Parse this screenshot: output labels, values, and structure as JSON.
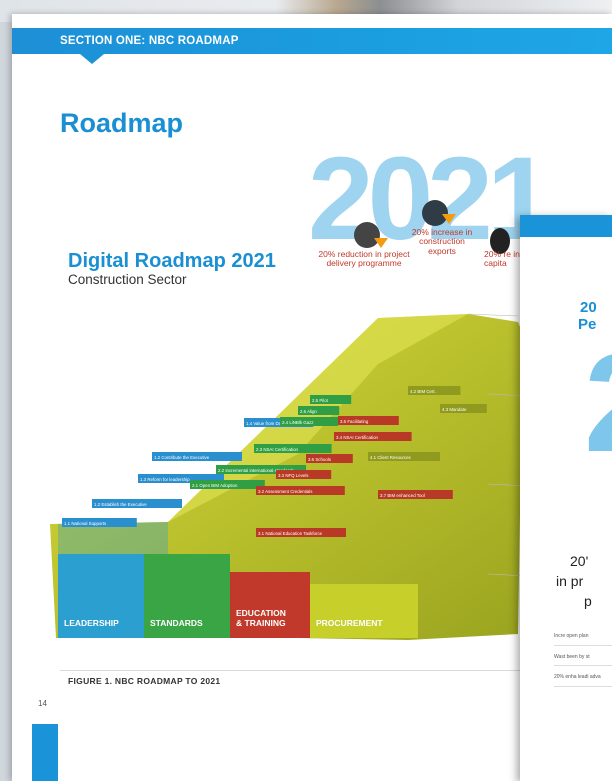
{
  "section": {
    "label": "SECTION ONE: NBC ROADMAP"
  },
  "page": {
    "title": "Roadmap",
    "big_year": "2021",
    "figure_title": "Digital Roadmap 2021",
    "figure_subtitle": "Construction Sector",
    "caption": "FIGURE 1. NBC ROADMAP TO 2021",
    "page_number": "14"
  },
  "kpis": [
    {
      "icon": "clock-icon",
      "text": "20% reduction in project delivery programme"
    },
    {
      "icon": "globe-icon",
      "text": "20% increase in construction exports"
    },
    {
      "icon": "euro-icon",
      "text": "20% re in capita"
    }
  ],
  "pillars": [
    {
      "label": "LEADERSHIP",
      "color": "#2a9fd0"
    },
    {
      "label": "STANDARDS",
      "color": "#3aa544"
    },
    {
      "label": "EDUCATION & TRAINING",
      "color": "#c0392b"
    },
    {
      "label": "PROCUREMENT",
      "color": "#c7cf2a"
    }
  ],
  "milestones": [
    {
      "label": "1.1 National Supports",
      "color": "#2a8fcf"
    },
    {
      "label": "1.2 Establish the Executive",
      "color": "#2a8fcf"
    },
    {
      "label": "1.3 Reform for leadership",
      "color": "#2a8fcf"
    },
    {
      "label": "1.2 Contribute the Executive",
      "color": "#2a8fcf"
    },
    {
      "label": "1.4 Value from Data",
      "color": "#2a8fcf"
    },
    {
      "label": "2.1 Open BIM Adoption",
      "color": "#2f9e44"
    },
    {
      "label": "2.2 Incremental international standards",
      "color": "#2f9e44"
    },
    {
      "label": "2.3 NSAI Certification",
      "color": "#2f9e44"
    },
    {
      "label": "2.4 LiNBlk Gazz",
      "color": "#2f9e44"
    },
    {
      "label": "2.5 Pilot",
      "color": "#2f9e44"
    },
    {
      "label": "2.6 Align",
      "color": "#2f9e44"
    },
    {
      "label": "3.1 National Education Taskforce",
      "color": "#b83a26"
    },
    {
      "label": "3.2 Assessment Credentials",
      "color": "#b83a26"
    },
    {
      "label": "3.3 NFQ Levels",
      "color": "#b83a26"
    },
    {
      "label": "3.4 NSAI Certification",
      "color": "#b83a26"
    },
    {
      "label": "3.5 Facilitating",
      "color": "#b83a26"
    },
    {
      "label": "3.6 Schools",
      "color": "#b83a26"
    },
    {
      "label": "3.7 BIM enhanced Tool",
      "color": "#b83a26"
    },
    {
      "label": "4.1 Client Resources",
      "color": "#8f9a1e"
    },
    {
      "label": "4.2 BIM Cert.",
      "color": "#8f9a1e"
    },
    {
      "label": "4.3 Mandate",
      "color": "#8f9a1e"
    }
  ],
  "page2": {
    "heading1": "20",
    "heading2": "Pe",
    "big": "2",
    "stat1": "20'",
    "stat2": "in pr",
    "stat3": "p",
    "bullets": [
      "Incre open plan",
      "Wast been by st",
      "20% enha leadi adva"
    ]
  }
}
